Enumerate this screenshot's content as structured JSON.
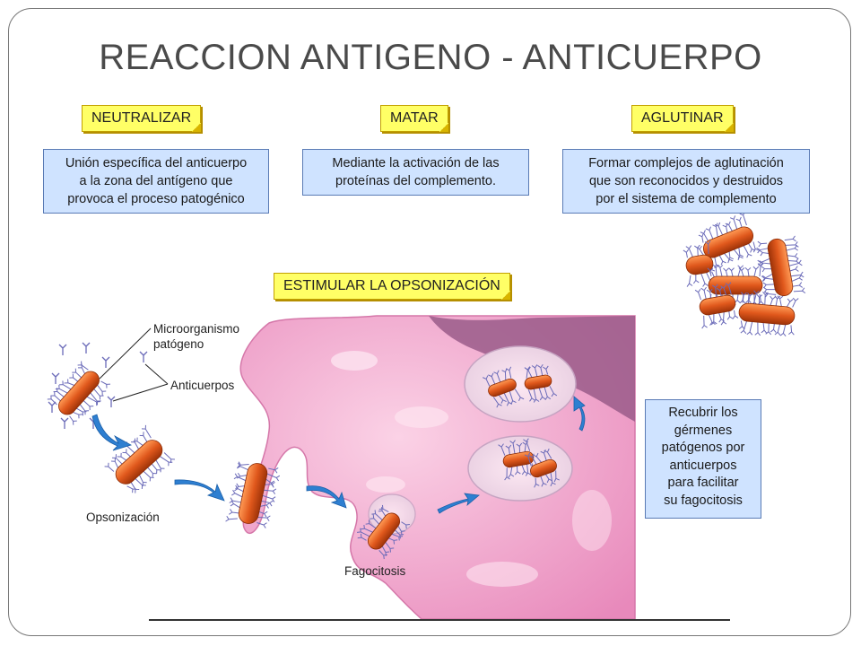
{
  "title": "REACCION  ANTIGENO - ANTICUERPO",
  "actions": [
    {
      "tag": "NEUTRALIZAR",
      "description": "Unión específica del anticuerpo\na la zona del antígeno que\nprovoca el proceso patogénico"
    },
    {
      "tag": "MATAR",
      "description": "Mediante la activación de las\nproteínas del complemento."
    },
    {
      "tag": "AGLUTINAR",
      "description": "Formar complejos de aglutinación\nque son reconocidos y destruidos\npor el sistema de complemento"
    }
  ],
  "opsonization": {
    "tag": "ESTIMULAR LA OPSONIZACIÓN",
    "description": "Recubrir los\ngérmenes\npatógenos por\nanticuerpos\npara facilitar\nsu fagocitosis"
  },
  "labels": {
    "microorganism": "Microorganismo\npatógeno",
    "antibodies": "Anticuerpos",
    "opsonization": "Opsonización",
    "phagocytosis": "Fagocitosis"
  },
  "colors": {
    "tag_fill": "#ffff66",
    "box_fill": "#cfe3ff",
    "bacteria": "#e0581c",
    "cell": "#f6b6d6",
    "arrow": "#2e7fd1",
    "antibody": "#6a6ab8"
  }
}
